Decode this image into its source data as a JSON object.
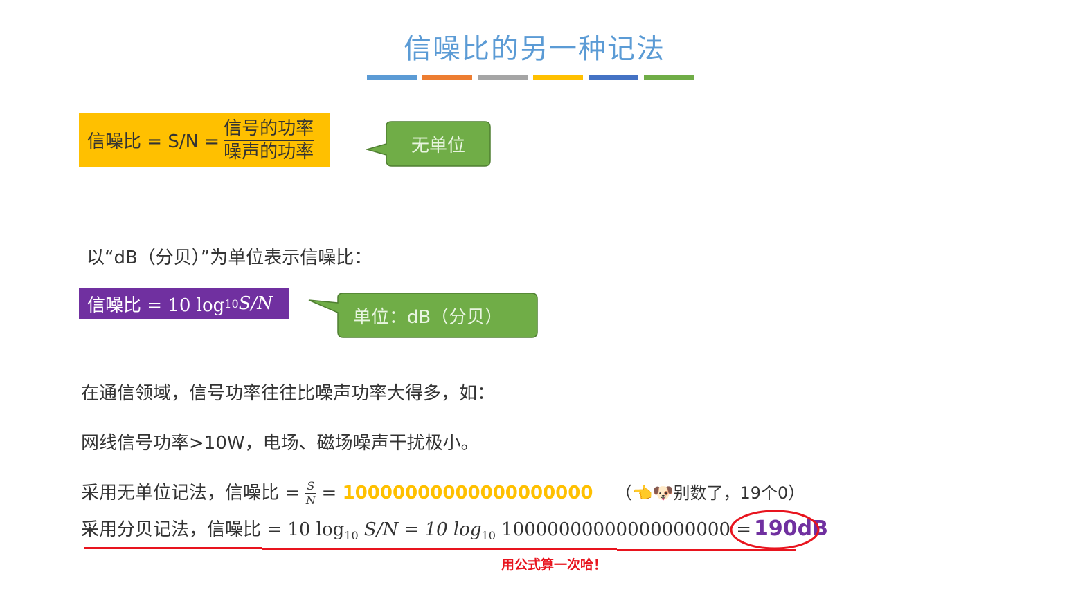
{
  "title": "信噪比的另一种记法",
  "title_bar_colors": [
    "#5b9bd5",
    "#ed7d31",
    "#a5a5a5",
    "#ffc000",
    "#4472c4",
    "#70ad47"
  ],
  "formula1": {
    "lhs": "信噪比 = S/N =",
    "numerator": "信号的功率",
    "denominator": "噪声的功率",
    "bg": "#ffc000"
  },
  "callout1": "无单位",
  "db_intro": "以“dB（分贝）”为单位表示信噪比：",
  "formula2": {
    "prefix": "信噪比 = 10 log",
    "sub": "10",
    "suffix": " S/N",
    "bg": "#7030a0"
  },
  "callout2": "单位：dB（分贝）",
  "callout_color": "#70ad47",
  "line1": "在通信领域，信号功率往往比噪声功率大得多，如：",
  "line2": "网线信号功率>10W，电场、磁场噪声干扰极小。",
  "line3": {
    "prefix": "采用无单位记法，信噪比 =",
    "num": "S",
    "den": "N",
    "eq": " = ",
    "value": "10000000000000000000",
    "aside": "（👈🐶别数了，19个0）"
  },
  "line4": {
    "prefix": "采用分贝记法，信噪比 = 10 log",
    "sub1": "10",
    "mid": " S/N = 10 log",
    "sub2": "10",
    "value": " 10000000000000000000 =",
    "result": "190dB"
  },
  "note": "用公式算一次哈！"
}
